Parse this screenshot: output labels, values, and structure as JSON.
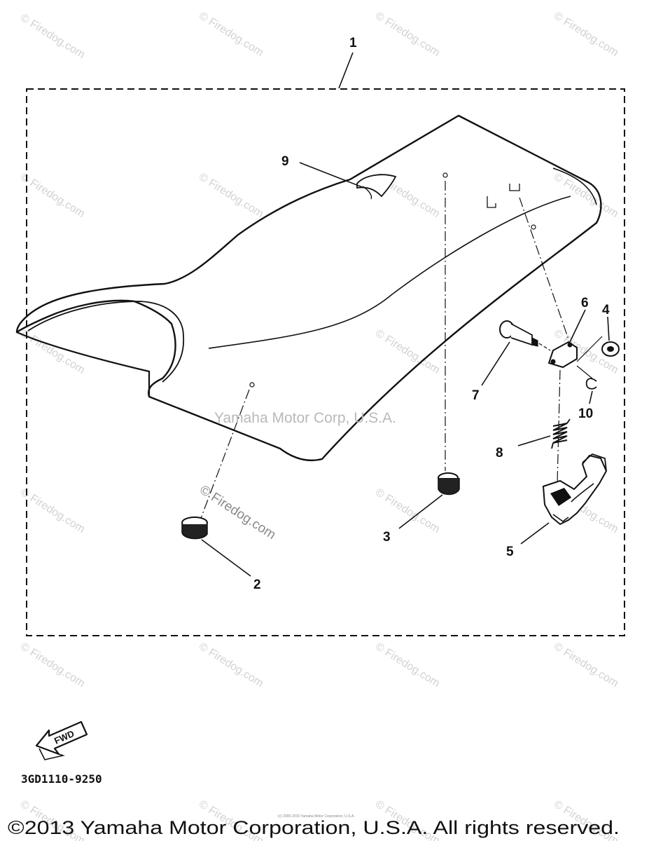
{
  "diagram": {
    "callouts": {
      "c1": "1",
      "c2": "2",
      "c3": "3",
      "c4": "4",
      "c5": "5",
      "c6": "6",
      "c7": "7",
      "c8": "8",
      "c9": "9",
      "c10": "10"
    },
    "watermark": "© Firedog.com",
    "center_watermark": "Yamaha Motor Corp, U.S.A.",
    "fwd_label": "FWD",
    "part_code": "3GD1110-9250",
    "tiny_text": "(c) 2005-2015 Yamaha Motor Corporation, U.S.A.",
    "copyright": "©2013 Yamaha Motor Corporation, U.S.A. All rights reserved."
  }
}
